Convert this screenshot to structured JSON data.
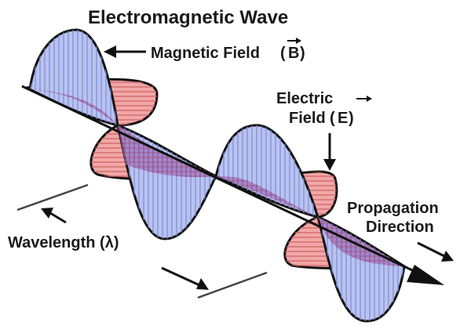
{
  "title": "Electromagnetic Wave",
  "labels": {
    "magnetic_field": "Magnetic Field",
    "magnetic_symbol": "B",
    "electric_line1": "Electric",
    "electric_line2": "Field",
    "electric_symbol": "E",
    "propagation_line1": "Propagation",
    "propagation_line2": "Direction",
    "wavelength": "Wavelength (λ)"
  },
  "colors": {
    "magnetic_fill": "#b9c3ef",
    "magnetic_hatch": "#7e8fd6",
    "electric_fill": "#f1a7a7",
    "electric_hatch": "#cf6262",
    "overlap_fill": "#a771b6",
    "outline": "#111111"
  }
}
